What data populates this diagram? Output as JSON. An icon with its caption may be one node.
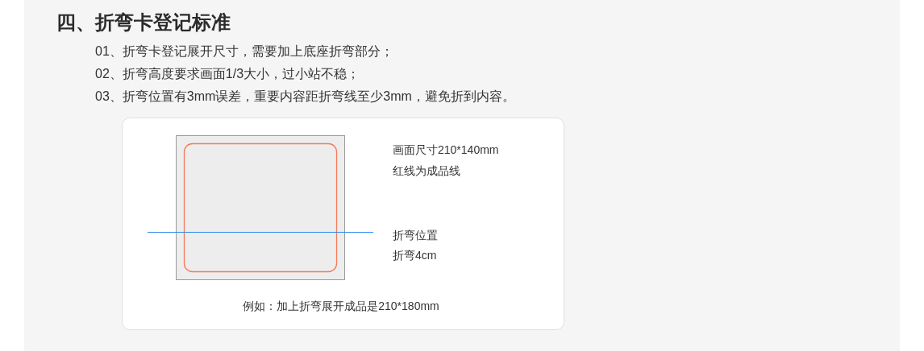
{
  "diagram": {
    "title": "四、折弯卡登记标准",
    "labels": [
      "01、折弯卡登记展开尺寸，需要加上底座折弯部分；",
      "02、折弯高度要求画面1/3大小，过小站不稳；",
      "03、折弯位置有3mm误差，重要内容距折弯线至少3mm，避免折到内容。"
    ],
    "nodes": [
      {
        "text": [
          "画面尺寸210*140mm",
          "红线为成品线",
          "折弯位置",
          "折弯4cm",
          "例如：加上折弯展开成品是210*180mm"
        ]
      }
    ]
  }
}
